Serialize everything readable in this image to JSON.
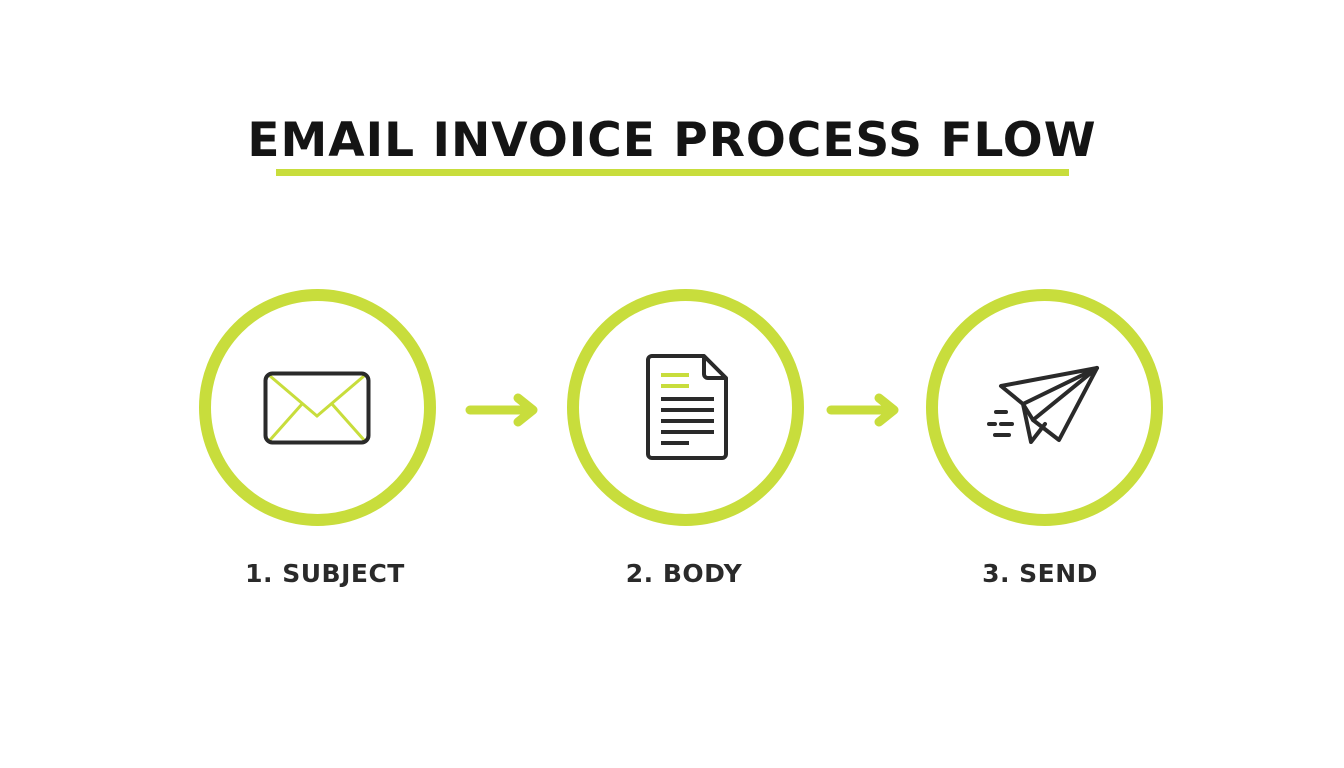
{
  "title": "EMAIL INVOICE PROCESS FLOW",
  "colors": {
    "accent": "#c8dd3c",
    "icon_stroke": "#2a2a2a",
    "title_text": "#141414",
    "background": "#ffffff"
  },
  "steps": [
    {
      "label": "1. SUBJECT",
      "icon": "envelope-icon"
    },
    {
      "label": "2. BODY",
      "icon": "document-icon"
    },
    {
      "label": "3. SEND",
      "icon": "paper-plane-icon"
    }
  ],
  "connectors": [
    {
      "icon": "arrow-right-icon"
    },
    {
      "icon": "arrow-right-icon"
    }
  ]
}
